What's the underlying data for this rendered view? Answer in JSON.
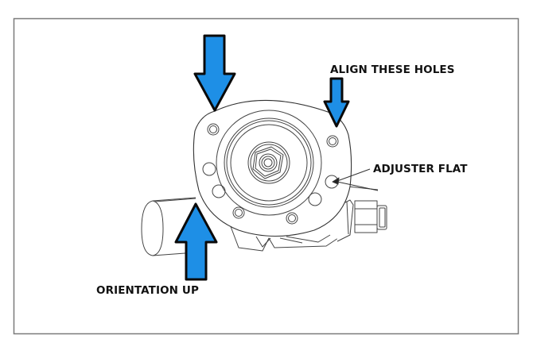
{
  "diagram": {
    "labels": {
      "align_holes": "ALIGN THESE HOLES",
      "adjuster_flat": "ADJUSTER FLAT",
      "orientation_up": "ORIENTATION UP"
    },
    "colors": {
      "arrow_fill": "#1e8fe6",
      "arrow_stroke": "#0a0a0a",
      "line": "#444444",
      "frame": "#7a7a7a",
      "background": "#ffffff"
    },
    "arrows": [
      {
        "name": "align-arrow-left",
        "direction": "down"
      },
      {
        "name": "align-arrow-right",
        "direction": "down"
      },
      {
        "name": "orientation-arrow",
        "direction": "up"
      }
    ]
  }
}
